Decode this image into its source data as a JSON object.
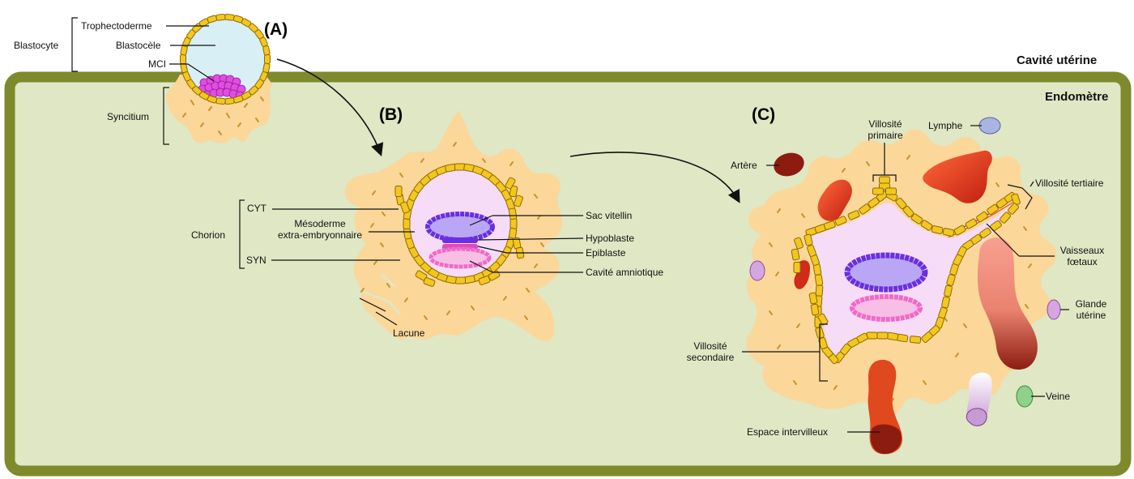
{
  "colors": {
    "endometrium_border": "#7e8a2c",
    "endometrium_fill": "#dfe7c4",
    "syncytium": "#fbd79a",
    "trophoblast_cell": "#f4c720",
    "cell_outline": "#8a6a00",
    "blastocoel": "#d8eff6",
    "mci": "#e04ee0",
    "yolk_sac": "#7a3ff0",
    "amnion": "#f06ac8",
    "cavity_fill": "#f6dcf6",
    "blood": "#8c1c10",
    "lymph": "#a9b5e0",
    "gland": "#d6a6e0",
    "vein": "#8fd08a"
  },
  "regions": {
    "uterine_cavity": "Cavité utérine",
    "endometrium": "Endomètre"
  },
  "panels": {
    "a": "(A)",
    "b": "(B)",
    "c": "(C)"
  },
  "labels_a": {
    "blastocyte": "Blastocyte",
    "trophectoderm": "Trophectoderme",
    "blastocoel": "Blastocèle",
    "mci": "MCI",
    "syncytium": "Syncitium"
  },
  "labels_b": {
    "cyt": "CYT",
    "chorion": "Chorion",
    "mesoderm_line1": "Mésoderme",
    "mesoderm_line2": "extra-embryonnaire",
    "syn": "SYN",
    "lacune": "Lacune",
    "yolk_sac": "Sac vitellin",
    "hypoblast": "Hypoblaste",
    "epiblast": "Epiblaste",
    "amniotic_cavity": "Cavité amniotique"
  },
  "labels_c": {
    "artery": "Artère",
    "primary_villus_line1": "Villosité",
    "primary_villus_line2": "primaire",
    "lymph": "Lymphe",
    "tertiary_villus": "Villosité tertiaire",
    "fetal_vessels_line1": "Vaisseaux",
    "fetal_vessels_line2": "fœtaux",
    "gland_line1": "Glande",
    "gland_line2": "utérine",
    "secondary_villus_line1": "Villosité",
    "secondary_villus_line2": "secondaire",
    "vein": "Veine",
    "intervillous_space": "Espace intervilleux"
  }
}
